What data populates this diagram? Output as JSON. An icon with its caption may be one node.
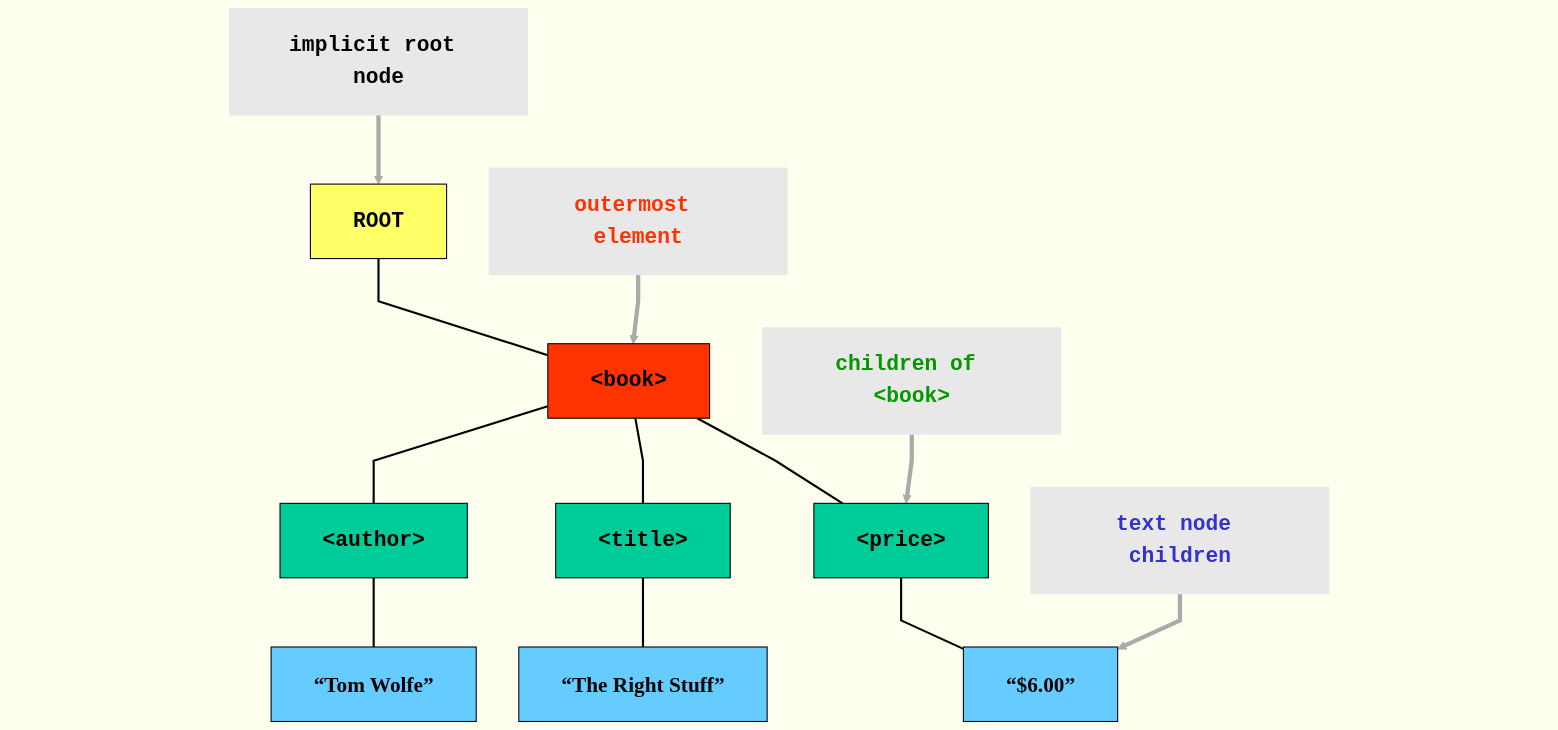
{
  "diagram": {
    "nodes": [
      {
        "text": [
          "ROOT"
        ]
      },
      {
        "text": [
          "<book>"
        ]
      },
      {
        "text": [
          "<author>"
        ]
      },
      {
        "text": [
          "<title>"
        ]
      },
      {
        "text": [
          "<price>"
        ]
      },
      {
        "text": [
          "“Tom Wolfe”"
        ]
      },
      {
        "text": [
          "“The Right Stuff”"
        ]
      },
      {
        "text": [
          "“$6.00”"
        ]
      },
      {
        "text": [
          "implicit root node"
        ]
      },
      {
        "text": [
          "outermost element"
        ]
      },
      {
        "text": [
          "children of <book>"
        ]
      },
      {
        "text": [
          "text node children"
        ]
      }
    ],
    "edges": [
      {
        "from": 0,
        "to": 1,
        "arrow": "none"
      },
      {
        "from": 1,
        "to": 2,
        "arrow": "none"
      },
      {
        "from": 1,
        "to": 3,
        "arrow": "none"
      },
      {
        "from": 1,
        "to": 4,
        "arrow": "none"
      },
      {
        "from": 2,
        "to": 5,
        "arrow": "none"
      },
      {
        "from": 3,
        "to": 6,
        "arrow": "none"
      },
      {
        "from": 4,
        "to": 7,
        "arrow": "none"
      },
      {
        "from": 8,
        "to": 0,
        "arrow": "to",
        "color": "#aaaaaa"
      },
      {
        "from": 9,
        "to": 1,
        "arrow": "to",
        "color": "#aaaaaa"
      },
      {
        "from": 10,
        "to": 4,
        "arrow": "to",
        "color": "#aaaaaa"
      },
      {
        "from": 11,
        "to": 7,
        "arrow": "to",
        "color": "#aaaaaa"
      }
    ]
  }
}
